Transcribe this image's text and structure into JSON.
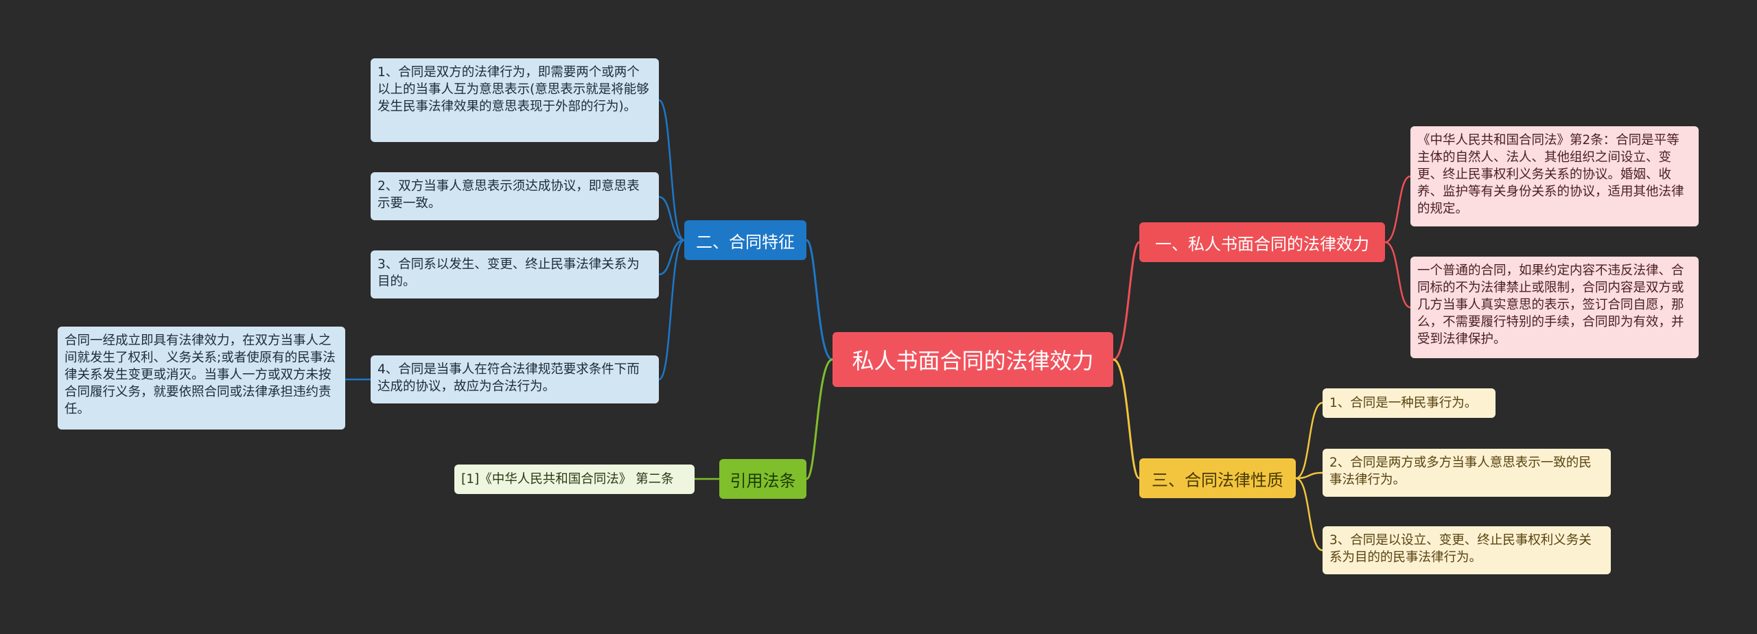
{
  "root": {
    "title": "私人书面合同的法律效力"
  },
  "branches": {
    "features": {
      "title": "二、合同特征",
      "items": [
        "1、合同是双方的法律行为，即需要两个或两个以上的当事人互为意思表示(意思表示就是将能够发生民事法律效果的意思表现于外部的行为)。",
        "2、双方当事人意思表示须达成协议，即意思表示要一致。",
        "3、合同系以发生、变更、终止民事法律关系为目的。",
        "4、合同是当事人在符合法律规范要求条件下而达成的协议，故应为合法行为。"
      ],
      "sub": "合同一经成立即具有法律效力，在双方当事人之间就发生了权利、义务关系;或者使原有的民事法律关系发生变更或消灭。当事人一方或双方未按合同履行义务，就要依照合同或法律承担违约责任。"
    },
    "citation": {
      "title": "引用法条",
      "items": [
        "[1]《中华人民共和国合同法》 第二条"
      ]
    },
    "effect": {
      "title": "一、私人书面合同的法律效力",
      "items": [
        "《中华人民共和国合同法》第2条：合同是平等主体的自然人、法人、其他组织之间设立、变更、终止民事权利义务关系的协议。婚姻、收养、监护等有关身份关系的协议，适用其他法律的规定。",
        "一个普通的合同，如果约定内容不违反法律、合同标的不为法律禁止或限制，合同内容是双方或几方当事人真实意思的表示，签订合同自愿，那么，不需要履行特别的手续，合同即为有效，并受到法律保护。"
      ]
    },
    "nature": {
      "title": "三、合同法律性质",
      "items": [
        "1、合同是一种民事行为。",
        "2、合同是两方或多方当事人意思表示一致的民事法律行为。",
        "3、合同是以设立、变更、终止民事权利义务关系为目的的民事法律行为。"
      ]
    }
  },
  "colors": {
    "background": "#2b2b2b",
    "root": "#f1535d",
    "blue": "#1d78c8",
    "red": "#ee5056",
    "yellow": "#f3c53e",
    "green": "#7fbf2b"
  }
}
